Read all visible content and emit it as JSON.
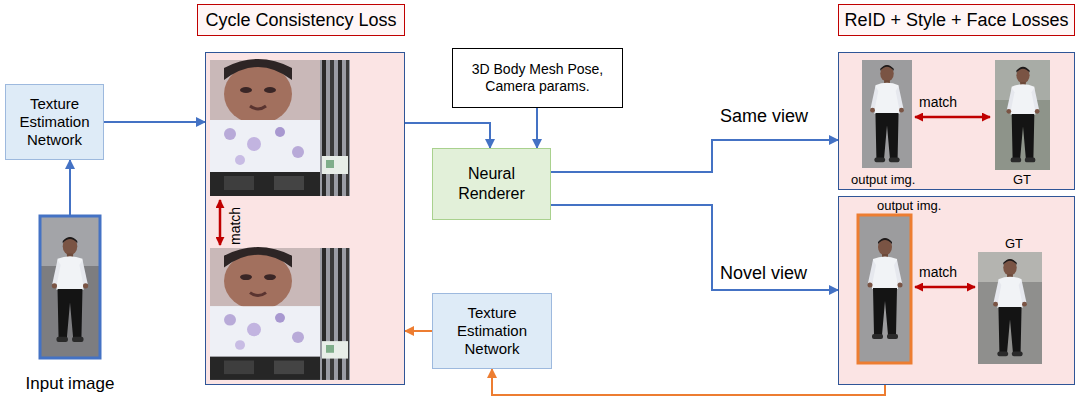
{
  "diagram": {
    "nodes": [
      {
        "text": [
          "Cycle Consistency Loss"
        ]
      },
      {
        "text": [
          "ReID + Style + Face Losses"
        ]
      },
      {
        "text": [
          "Texture Estimation Network"
        ]
      },
      {
        "text": [
          "Input image"
        ]
      },
      {
        "text": [
          "3D Body Mesh Pose, Camera params."
        ]
      },
      {
        "text": [
          "Neural Renderer"
        ]
      },
      {
        "text": [
          "Texture Estimation Network"
        ]
      },
      {
        "text": [
          "match"
        ]
      },
      {
        "text": [
          "output img.",
          "GT",
          "match"
        ]
      },
      {
        "text": [
          "output img.",
          "GT",
          "match"
        ]
      }
    ],
    "edges": [
      {
        "from": 3,
        "to": 2,
        "arrow": "to"
      },
      {
        "from": 2,
        "to": 7,
        "arrow": "to"
      },
      {
        "from": 7,
        "to": 5,
        "arrow": "to"
      },
      {
        "from": 4,
        "to": 5,
        "arrow": "to"
      },
      {
        "from": 5,
        "to": 8,
        "label": "Same view",
        "arrow": "to"
      },
      {
        "from": 5,
        "to": 9,
        "label": "Novel view",
        "arrow": "to"
      },
      {
        "from": 9,
        "to": 6,
        "arrow": "to"
      },
      {
        "from": 6,
        "to": 7,
        "arrow": "to"
      }
    ]
  }
}
